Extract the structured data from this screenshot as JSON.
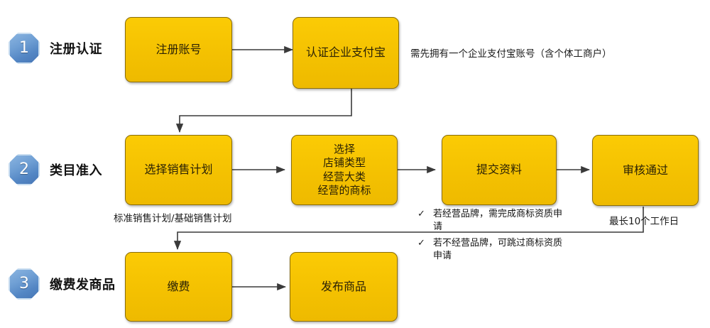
{
  "diagram": {
    "title_text": "",
    "colors": {
      "node_fill": "#F4C101",
      "node_border": "#8A6D08",
      "badge_blue": "#5386C4",
      "connector": "#3A3A3A",
      "text_dark": "#1A1A1A"
    }
  },
  "stages": [
    {
      "number": "1",
      "label": "注册认证"
    },
    {
      "number": "2",
      "label": "类目准入"
    },
    {
      "number": "3",
      "label": "缴费发商品"
    }
  ],
  "nodes": {
    "register_account": "注册账号",
    "verify_alipay": "认证企业支付宝",
    "choose_sales_plan": "选择销售计划",
    "choose_details_l1": "选择",
    "choose_details_l2": "店铺类型",
    "choose_details_l3": "经营大类",
    "choose_details_l4": "经营的商标",
    "submit_materials": "提交资料",
    "review_passed": "审核通过",
    "pay_fee": "缴费",
    "publish_product": "发布商品"
  },
  "annotations": {
    "alipay_note": "需先拥有一个企业支付宝账号（含个体工商户）",
    "sales_plan_note": "标准销售计划/基础销售计划",
    "review_duration_note": "最长10个工作日",
    "checklist": [
      {
        "mark": "✓",
        "text": "若经营品牌，需完成商标资质申请"
      },
      {
        "mark": "✓",
        "text": "若不经营品牌，可跳过商标资质申请"
      }
    ]
  }
}
